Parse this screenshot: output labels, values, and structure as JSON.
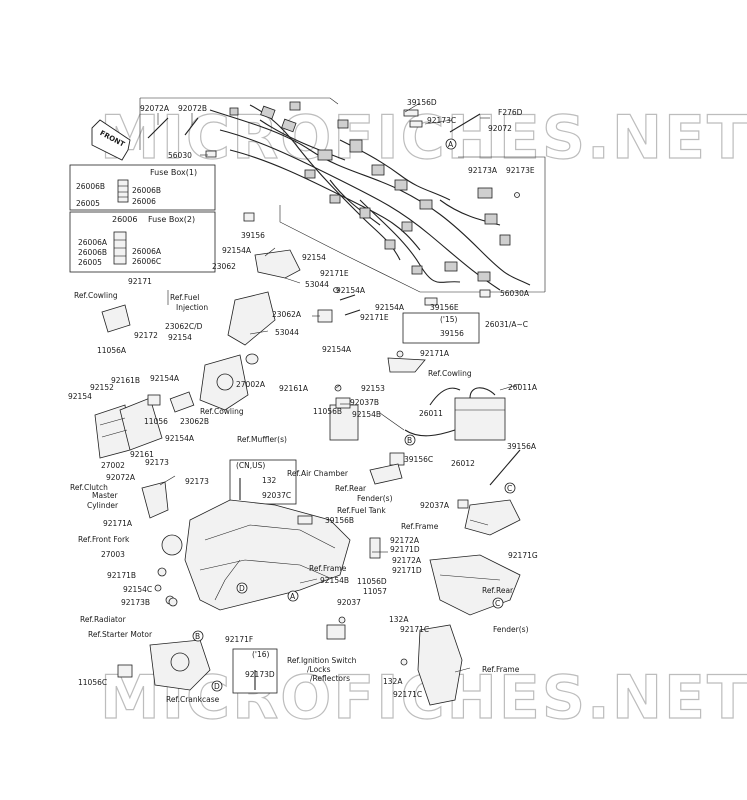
{
  "watermark": {
    "text_top": "MICROFICHES.NET",
    "text_bottom": "MICROFICHES.NET",
    "color": "#bdbdbd"
  },
  "front_tag": "FRONT",
  "fuse_box_1": {
    "title": "Fuse Box(1)",
    "labels": [
      "26006B",
      "26006B",
      "26005",
      "26006"
    ]
  },
  "fuse_box_2": {
    "title_num": "26006",
    "title": "Fuse Box(2)",
    "labels": [
      "26006A",
      "26006B",
      "26005",
      "26006A",
      "26006C"
    ]
  },
  "year_15": "('15)",
  "year_16": "('16)",
  "cn_us": "(CN,US)",
  "callouts": [
    "A",
    "B",
    "C",
    "D",
    "A",
    "B",
    "C",
    "D"
  ],
  "labels": [
    {
      "id": "l1",
      "text": "92072A"
    },
    {
      "id": "l2",
      "text": "92072B"
    },
    {
      "id": "l3",
      "text": "39156D"
    },
    {
      "id": "l4",
      "text": "92173C"
    },
    {
      "id": "l5",
      "text": "F276D"
    },
    {
      "id": "l6",
      "text": "92072"
    },
    {
      "id": "l7",
      "text": "56030"
    },
    {
      "id": "l8",
      "text": "92173A"
    },
    {
      "id": "l9",
      "text": "92173E"
    },
    {
      "id": "l10",
      "text": "39156"
    },
    {
      "id": "l11",
      "text": "92154A"
    },
    {
      "id": "l12",
      "text": "92154"
    },
    {
      "id": "l13",
      "text": "23062"
    },
    {
      "id": "l14",
      "text": "92171E"
    },
    {
      "id": "l15",
      "text": "53044"
    },
    {
      "id": "l16",
      "text": "92154A"
    },
    {
      "id": "l17",
      "text": "92154A"
    },
    {
      "id": "l18",
      "text": "39156E"
    },
    {
      "id": "l19",
      "text": "56030A"
    },
    {
      "id": "l20",
      "text": "92171"
    },
    {
      "id": "l21",
      "text": "Ref.Cowling"
    },
    {
      "id": "l22",
      "text": "Ref.Fuel"
    },
    {
      "id": "l23",
      "text": "Injection"
    },
    {
      "id": "l24",
      "text": "23062A"
    },
    {
      "id": "l25",
      "text": "92171E"
    },
    {
      "id": "l26",
      "text": "26031/A~C"
    },
    {
      "id": "l27",
      "text": "23062C/D"
    },
    {
      "id": "l28",
      "text": "92172"
    },
    {
      "id": "l29",
      "text": "53044"
    },
    {
      "id": "l30",
      "text": "39156"
    },
    {
      "id": "l31",
      "text": "92154"
    },
    {
      "id": "l32",
      "text": "11056A"
    },
    {
      "id": "l33",
      "text": "92154A"
    },
    {
      "id": "l34",
      "text": "92171A"
    },
    {
      "id": "l35",
      "text": "Ref.Cowling"
    },
    {
      "id": "l36",
      "text": "92161B"
    },
    {
      "id": "l37",
      "text": "92154A"
    },
    {
      "id": "l38",
      "text": "27002A"
    },
    {
      "id": "l39",
      "text": "92161A"
    },
    {
      "id": "l40",
      "text": "92153"
    },
    {
      "id": "l41",
      "text": "26011A"
    },
    {
      "id": "l42",
      "text": "92152"
    },
    {
      "id": "l43",
      "text": "92154"
    },
    {
      "id": "l44",
      "text": "Ref.Cowling"
    },
    {
      "id": "l45",
      "text": "11056B"
    },
    {
      "id": "l46",
      "text": "92037B"
    },
    {
      "id": "l47",
      "text": "92154B"
    },
    {
      "id": "l48",
      "text": "26011"
    },
    {
      "id": "l49",
      "text": "23062B"
    },
    {
      "id": "l50",
      "text": "11056"
    },
    {
      "id": "l51",
      "text": "92154A"
    },
    {
      "id": "l52",
      "text": "Ref.Muffler(s)"
    },
    {
      "id": "l53",
      "text": "39156A"
    },
    {
      "id": "l54",
      "text": "27002"
    },
    {
      "id": "l55",
      "text": "92161"
    },
    {
      "id": "l56",
      "text": "92173"
    },
    {
      "id": "l57",
      "text": "39156C"
    },
    {
      "id": "l58",
      "text": "26012"
    },
    {
      "id": "l59",
      "text": "92072A"
    },
    {
      "id": "l60",
      "text": "92173"
    },
    {
      "id": "l61",
      "text": "Ref.Air Chamber"
    },
    {
      "id": "l62",
      "text": "Ref.Clutch"
    },
    {
      "id": "l63",
      "text": "Master"
    },
    {
      "id": "l64",
      "text": "Cylinder"
    },
    {
      "id": "l65",
      "text": "132"
    },
    {
      "id": "l66",
      "text": "92037C"
    },
    {
      "id": "l67",
      "text": "Ref.Rear"
    },
    {
      "id": "l68",
      "text": "Fender(s)"
    },
    {
      "id": "l69",
      "text": "92037A"
    },
    {
      "id": "l70",
      "text": "92171A"
    },
    {
      "id": "l71",
      "text": "39156B"
    },
    {
      "id": "l72",
      "text": "Ref.Fuel Tank"
    },
    {
      "id": "l73",
      "text": "Ref.Frame"
    },
    {
      "id": "l74",
      "text": "Ref.Front Fork"
    },
    {
      "id": "l75",
      "text": "92172A"
    },
    {
      "id": "l76",
      "text": "92171D"
    },
    {
      "id": "l77",
      "text": "27003"
    },
    {
      "id": "l78",
      "text": "92172A"
    },
    {
      "id": "l79",
      "text": "92171G"
    },
    {
      "id": "l80",
      "text": "92171D"
    },
    {
      "id": "l81",
      "text": "92171B"
    },
    {
      "id": "l82",
      "text": "Ref.Frame"
    },
    {
      "id": "l83",
      "text": "92154B"
    },
    {
      "id": "l84",
      "text": "11056D"
    },
    {
      "id": "l85",
      "text": "11057"
    },
    {
      "id": "l86",
      "text": "92154C"
    },
    {
      "id": "l87",
      "text": "92173B"
    },
    {
      "id": "l88",
      "text": "92037"
    },
    {
      "id": "l89",
      "text": "Ref.Rear"
    },
    {
      "id": "l90",
      "text": "Fender(s)"
    },
    {
      "id": "l91",
      "text": "Ref.Radiator"
    },
    {
      "id": "l92",
      "text": "92171F"
    },
    {
      "id": "l93",
      "text": "132A"
    },
    {
      "id": "l94",
      "text": "92171C"
    },
    {
      "id": "l95",
      "text": "Ref.Starter Motor"
    },
    {
      "id": "l96",
      "text": "Ref.Ignition Switch"
    },
    {
      "id": "l97",
      "text": "/Locks"
    },
    {
      "id": "l98",
      "text": "/Reflectors"
    },
    {
      "id": "l99",
      "text": "Ref.Frame"
    },
    {
      "id": "l100",
      "text": "92173D"
    },
    {
      "id": "l101",
      "text": "11056C"
    },
    {
      "id": "l102",
      "text": "132A"
    },
    {
      "id": "l103",
      "text": "Ref.Crankcase"
    },
    {
      "id": "l104",
      "text": "92171C"
    }
  ]
}
